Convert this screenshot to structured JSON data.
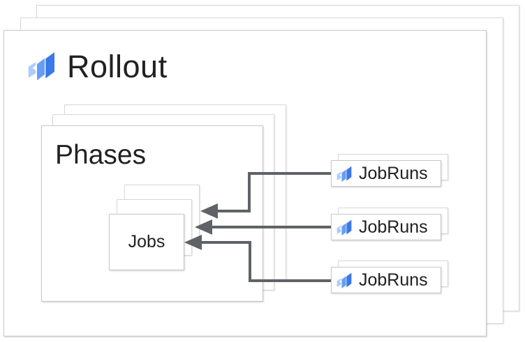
{
  "rollout": {
    "label": "Rollout"
  },
  "phases": {
    "label": "Phases"
  },
  "jobs": {
    "label": "Jobs"
  },
  "jobruns": [
    {
      "label": "JobRuns"
    },
    {
      "label": "JobRuns"
    },
    {
      "label": "JobRuns"
    }
  ],
  "colors": {
    "icon_light": "#AECBFA",
    "icon_medium": "#669DF6",
    "icon_dark": "#3B78E8",
    "arrow": "#5F6368",
    "box_border": "#C6C6C6",
    "text": "#212124"
  }
}
